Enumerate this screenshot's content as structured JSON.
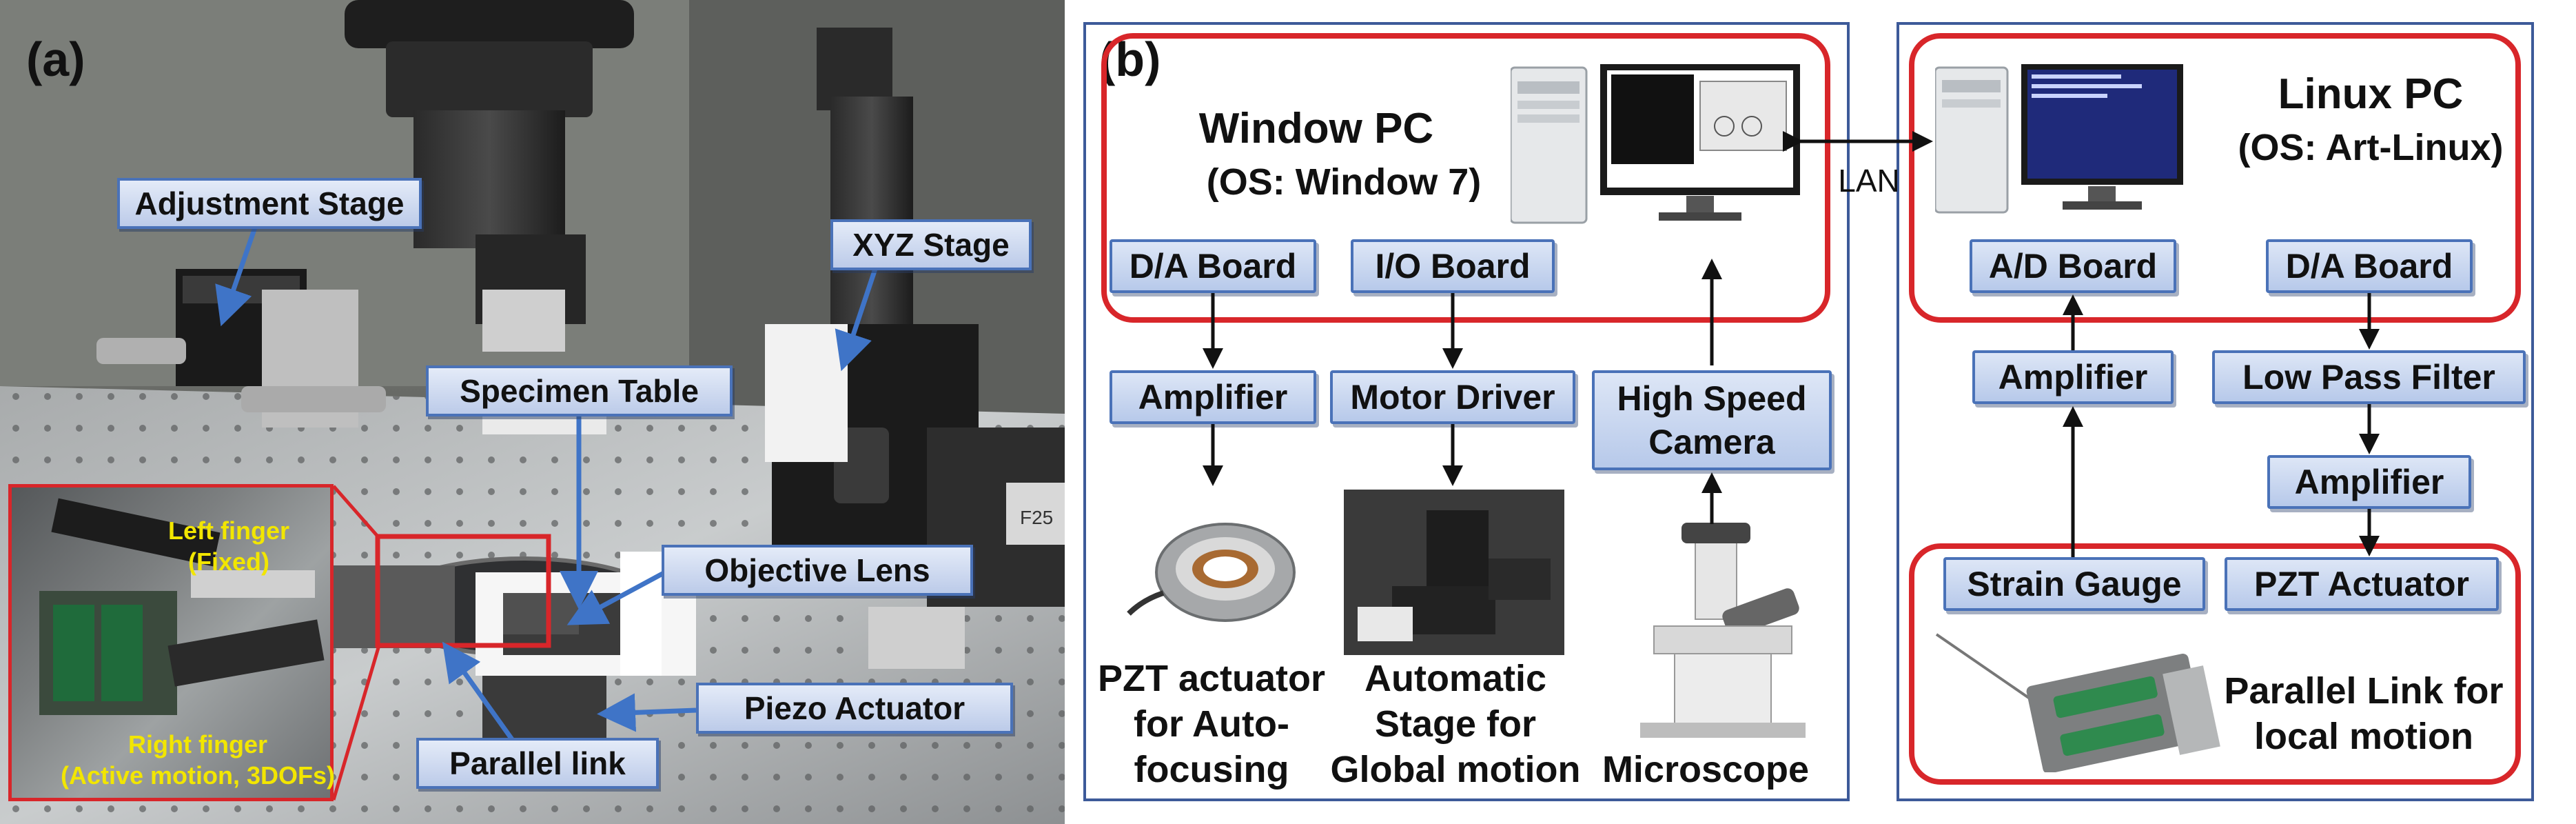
{
  "panel_a": {
    "letter": "(a)",
    "labels": {
      "adjustment_stage": "Adjustment Stage",
      "xyz_stage": "XYZ Stage",
      "specimen_table": "Specimen Table",
      "objective_lens": "Objective Lens",
      "piezo_actuator": "Piezo Actuator",
      "parallel_link": "Parallel link"
    },
    "inset": {
      "left_finger": "Left finger",
      "left_finger_note": "(Fixed)",
      "right_finger": "Right finger",
      "right_finger_note": "(Active motion, 3DOFs)"
    },
    "stage_marking": "F25"
  },
  "panel_b": {
    "letter": "(b)",
    "window_pc": {
      "title": "Window PC",
      "os": "(OS: Window 7)",
      "da_board": "D/A Board",
      "io_board": "I/O Board",
      "amplifier": "Amplifier",
      "motor_driver": "Motor Driver",
      "camera_line1": "High Speed",
      "camera_line2": "Camera",
      "pzt_caption": [
        "PZT actuator",
        "for Auto-",
        "focusing"
      ],
      "stage_caption": [
        "Automatic",
        "Stage for",
        "Global motion"
      ],
      "microscope_caption": "Microscope"
    },
    "lan": "LAN",
    "linux_pc": {
      "title": "Linux PC",
      "os": "(OS: Art-Linux)",
      "ad_board": "A/D Board",
      "da_board": "D/A Board",
      "amplifier_left": "Amplifier",
      "low_pass_filter": "Low Pass Filter",
      "amplifier_right": "Amplifier",
      "strain_gauge": "Strain Gauge",
      "pzt_actuator": "PZT Actuator",
      "parallel_link_caption": [
        "Parallel Link for",
        "local motion"
      ]
    }
  },
  "colors": {
    "label_border": "#4a72b8",
    "label_fill": "#c5d4ef",
    "red_outline": "#d8262a",
    "arrow": "#111111",
    "panel_border": "#3d5a99",
    "inset_text": "#f2e600",
    "photo_pointer": "#3f74c7"
  }
}
